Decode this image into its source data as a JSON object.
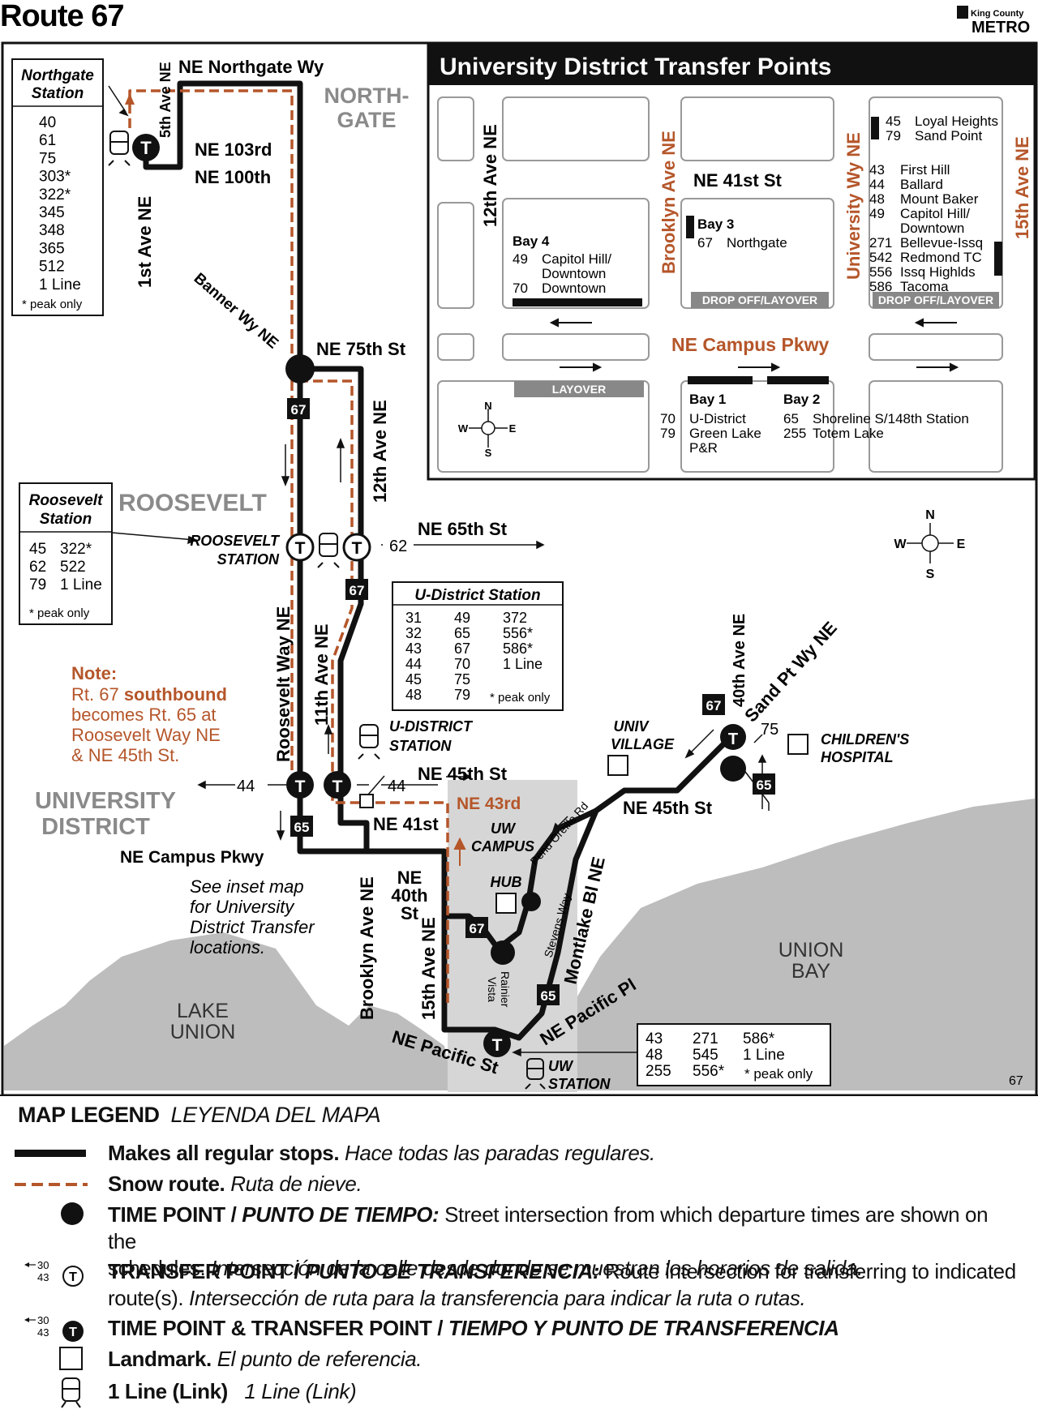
{
  "header": {
    "title": "Route 67",
    "brand_top": "King County",
    "brand_bottom": "METRO"
  },
  "colors": {
    "route": "#111111",
    "snow": "#b5562a",
    "water": "#bdbdbd",
    "campus": "#d6d6d6",
    "accent_text": "#b5562a",
    "district_text": "#8a8a8a"
  },
  "page_number": "67",
  "inset": {
    "title": "University District Transfer Points",
    "streets": [
      "12th Ave NE",
      "Brooklyn Ave NE",
      "University Wy NE",
      "15th Ave NE",
      "NE 41st St",
      "NE Campus Pkwy"
    ],
    "bays": [
      {
        "name": "Bay 4",
        "routes": [
          {
            "num": "49",
            "dest": "Capitol Hill/"
          },
          {
            "num": "",
            "dest": "Downtown"
          },
          {
            "num": "70",
            "dest": "Downtown"
          }
        ]
      },
      {
        "name": "Bay 3",
        "routes": [
          {
            "num": "67",
            "dest": "Northgate"
          }
        ]
      },
      {
        "name": "Bay 1",
        "routes": [
          {
            "num": "70",
            "dest": "U-District"
          },
          {
            "num": "79",
            "dest": "Green Lake"
          },
          {
            "num": "",
            "dest": "P&R"
          }
        ]
      },
      {
        "name": "Bay 2",
        "routes": [
          {
            "num": "65",
            "dest": "Shoreline S/148th Station"
          },
          {
            "num": "255",
            "dest": "Totem Lake"
          }
        ]
      }
    ],
    "univ_way_north": [
      {
        "num": "45",
        "dest": "Loyal Heights"
      },
      {
        "num": "79",
        "dest": "Sand Point"
      }
    ],
    "univ_way_south": [
      {
        "num": "43",
        "dest": "First Hill"
      },
      {
        "num": "44",
        "dest": "Ballard"
      },
      {
        "num": "48",
        "dest": "Mount Baker"
      },
      {
        "num": "49",
        "dest": "Capitol Hill/"
      },
      {
        "num": "",
        "dest": "Downtown"
      },
      {
        "num": "271",
        "dest": "Bellevue-Issq"
      },
      {
        "num": "542",
        "dest": "Redmond TC"
      },
      {
        "num": "556",
        "dest": "Issq Highlds"
      },
      {
        "num": "586",
        "dest": "Tacoma"
      }
    ],
    "drop_off_label": "DROP OFF/LAYOVER",
    "layover_label": "LAYOVER",
    "compass": {
      "n": "N",
      "s": "S",
      "e": "E",
      "w": "W"
    }
  },
  "stations": {
    "northgate": {
      "title1": "Northgate",
      "title2": "Station",
      "routes": [
        "40",
        "61",
        "75",
        "303*",
        "322*",
        "345",
        "348",
        "365",
        "512",
        "1 Line"
      ],
      "note": "* peak only"
    },
    "roosevelt": {
      "title1": "Roosevelt",
      "title2": "Station",
      "rows": [
        [
          "45",
          "322*"
        ],
        [
          "62",
          "522"
        ],
        [
          "79",
          "1 Line"
        ]
      ],
      "note": "* peak only"
    },
    "udistrict": {
      "title": "U-District Station",
      "cols": [
        [
          "31",
          "32",
          "43",
          "44",
          "45",
          "48"
        ],
        [
          "49",
          "65",
          "67",
          "70",
          "75",
          "79"
        ],
        [
          "372",
          "556*",
          "586*",
          "1 Line"
        ]
      ],
      "note": "* peak only"
    },
    "uw": {
      "cols": [
        [
          "43",
          "48",
          "255"
        ],
        [
          "271",
          "545",
          "556*"
        ],
        [
          "586*",
          "1 Line"
        ]
      ],
      "note": "* peak only"
    }
  },
  "map_labels": {
    "ne_northgate_wy": "NE Northgate Wy",
    "fifth_ave": "5th Ave NE",
    "ne_103rd": "NE 103rd",
    "ne_100th": "NE 100th",
    "first_ave": "1st Ave NE",
    "northgate": [
      "NORTH-",
      "GATE"
    ],
    "banner_wy": "Banner Wy NE",
    "ne_75th": "NE 75th St",
    "twelfth_ave": "12th Ave NE",
    "roosevelt": "ROOSEVELT",
    "roosevelt_station": [
      "ROOSEVELT",
      "STATION"
    ],
    "ne_65th": "NE 65th St",
    "route62": "62",
    "roosevelt_way": "Roosevelt Way NE",
    "eleventh_ave": "11th Ave NE",
    "note_title": "Note:",
    "note_lines": [
      "Rt. 67 southbound",
      "becomes Rt. 65 at",
      "Roosevelt Way NE",
      "& NE 45th St."
    ],
    "note_bold": "southbound",
    "udistrict_station": [
      "U-DISTRICT",
      "STATION"
    ],
    "ne_45th": "NE 45th St",
    "route44": "44",
    "university_district": [
      "UNIVERSITY",
      "DISTRICT"
    ],
    "ne_43rd": "NE 43rd",
    "ne_41st": "NE 41st",
    "ne_campus_pkwy": "NE Campus Pkwy",
    "inset_note": [
      "See inset map",
      "for University",
      "District Transfer",
      "locations."
    ],
    "brooklyn_ave": "Brooklyn Ave NE",
    "ne_40th": [
      "NE",
      "40th",
      "St"
    ],
    "fifteenth_ave": "15th Ave NE",
    "uw_campus": [
      "UW",
      "CAMPUS"
    ],
    "hub": "HUB",
    "pend_oreille": "Pend Oreille Rd",
    "stevens_way": "Stevens Way",
    "rainier_vista": [
      "Rainier",
      "Vista"
    ],
    "montlake": "Montlake Bl NE",
    "ne_pacific_pl": "NE Pacific Pl",
    "ne_pacific_st": "NE Pacific St",
    "uw_station": [
      "UW",
      "STATION"
    ],
    "lake_union": [
      "LAKE",
      "UNION"
    ],
    "union_bay": [
      "UNION",
      "BAY"
    ],
    "univ_village": [
      "UNIV",
      "VILLAGE"
    ],
    "childrens": [
      "CHILDREN'S",
      "HOSPITAL"
    ],
    "fortieth_ave": "40th Ave NE",
    "sand_pt": "Sand Pt Wy NE",
    "route75": "75",
    "ne_45th_east": "NE 45th St",
    "compass": {
      "n": "N",
      "s": "S",
      "e": "E",
      "w": "W"
    }
  },
  "route_badges": [
    "67",
    "67",
    "67",
    "67",
    "65",
    "65",
    "65"
  ],
  "legend": {
    "title": "MAP LEGEND",
    "title_es": "LEYENDA DEL MAPA",
    "items": [
      {
        "bold": "Makes all regular stops.",
        "rest": "",
        "es": "Hace todas las paradas regulares."
      },
      {
        "bold": "Snow route.",
        "rest": "",
        "es": "Ruta de nieve."
      },
      {
        "bold": "TIME POINT / ",
        "bold_i": "PUNTO DE TIEMPO:",
        "rest": " Street intersection from which departure times are shown on the",
        "line2": "schedules. ",
        "es": "Intersección de la calle desde donde se muestran los horarios de salida."
      },
      {
        "bold": "TRANSFER POINT / ",
        "bold_i": "PUNTO DE TRANSFERENCIA:",
        "rest": " Route intersection for transferring to indicated",
        "line2": "route(s). ",
        "es": "Intersección de ruta para la transferencia para indicar la ruta o rutas."
      },
      {
        "bold": "TIME POINT & TRANSFER POINT / ",
        "bold_i": "TIEMPO Y PUNTO DE TRANSFERENCIA",
        "rest": "",
        "es": ""
      },
      {
        "bold": "Landmark.",
        "rest": "",
        "es": "El punto de referencia."
      },
      {
        "bold": "1 Line (Link)",
        "rest": "",
        "es": "1 Line (Link)"
      }
    ],
    "symbol_routes": [
      "30",
      "43"
    ]
  }
}
